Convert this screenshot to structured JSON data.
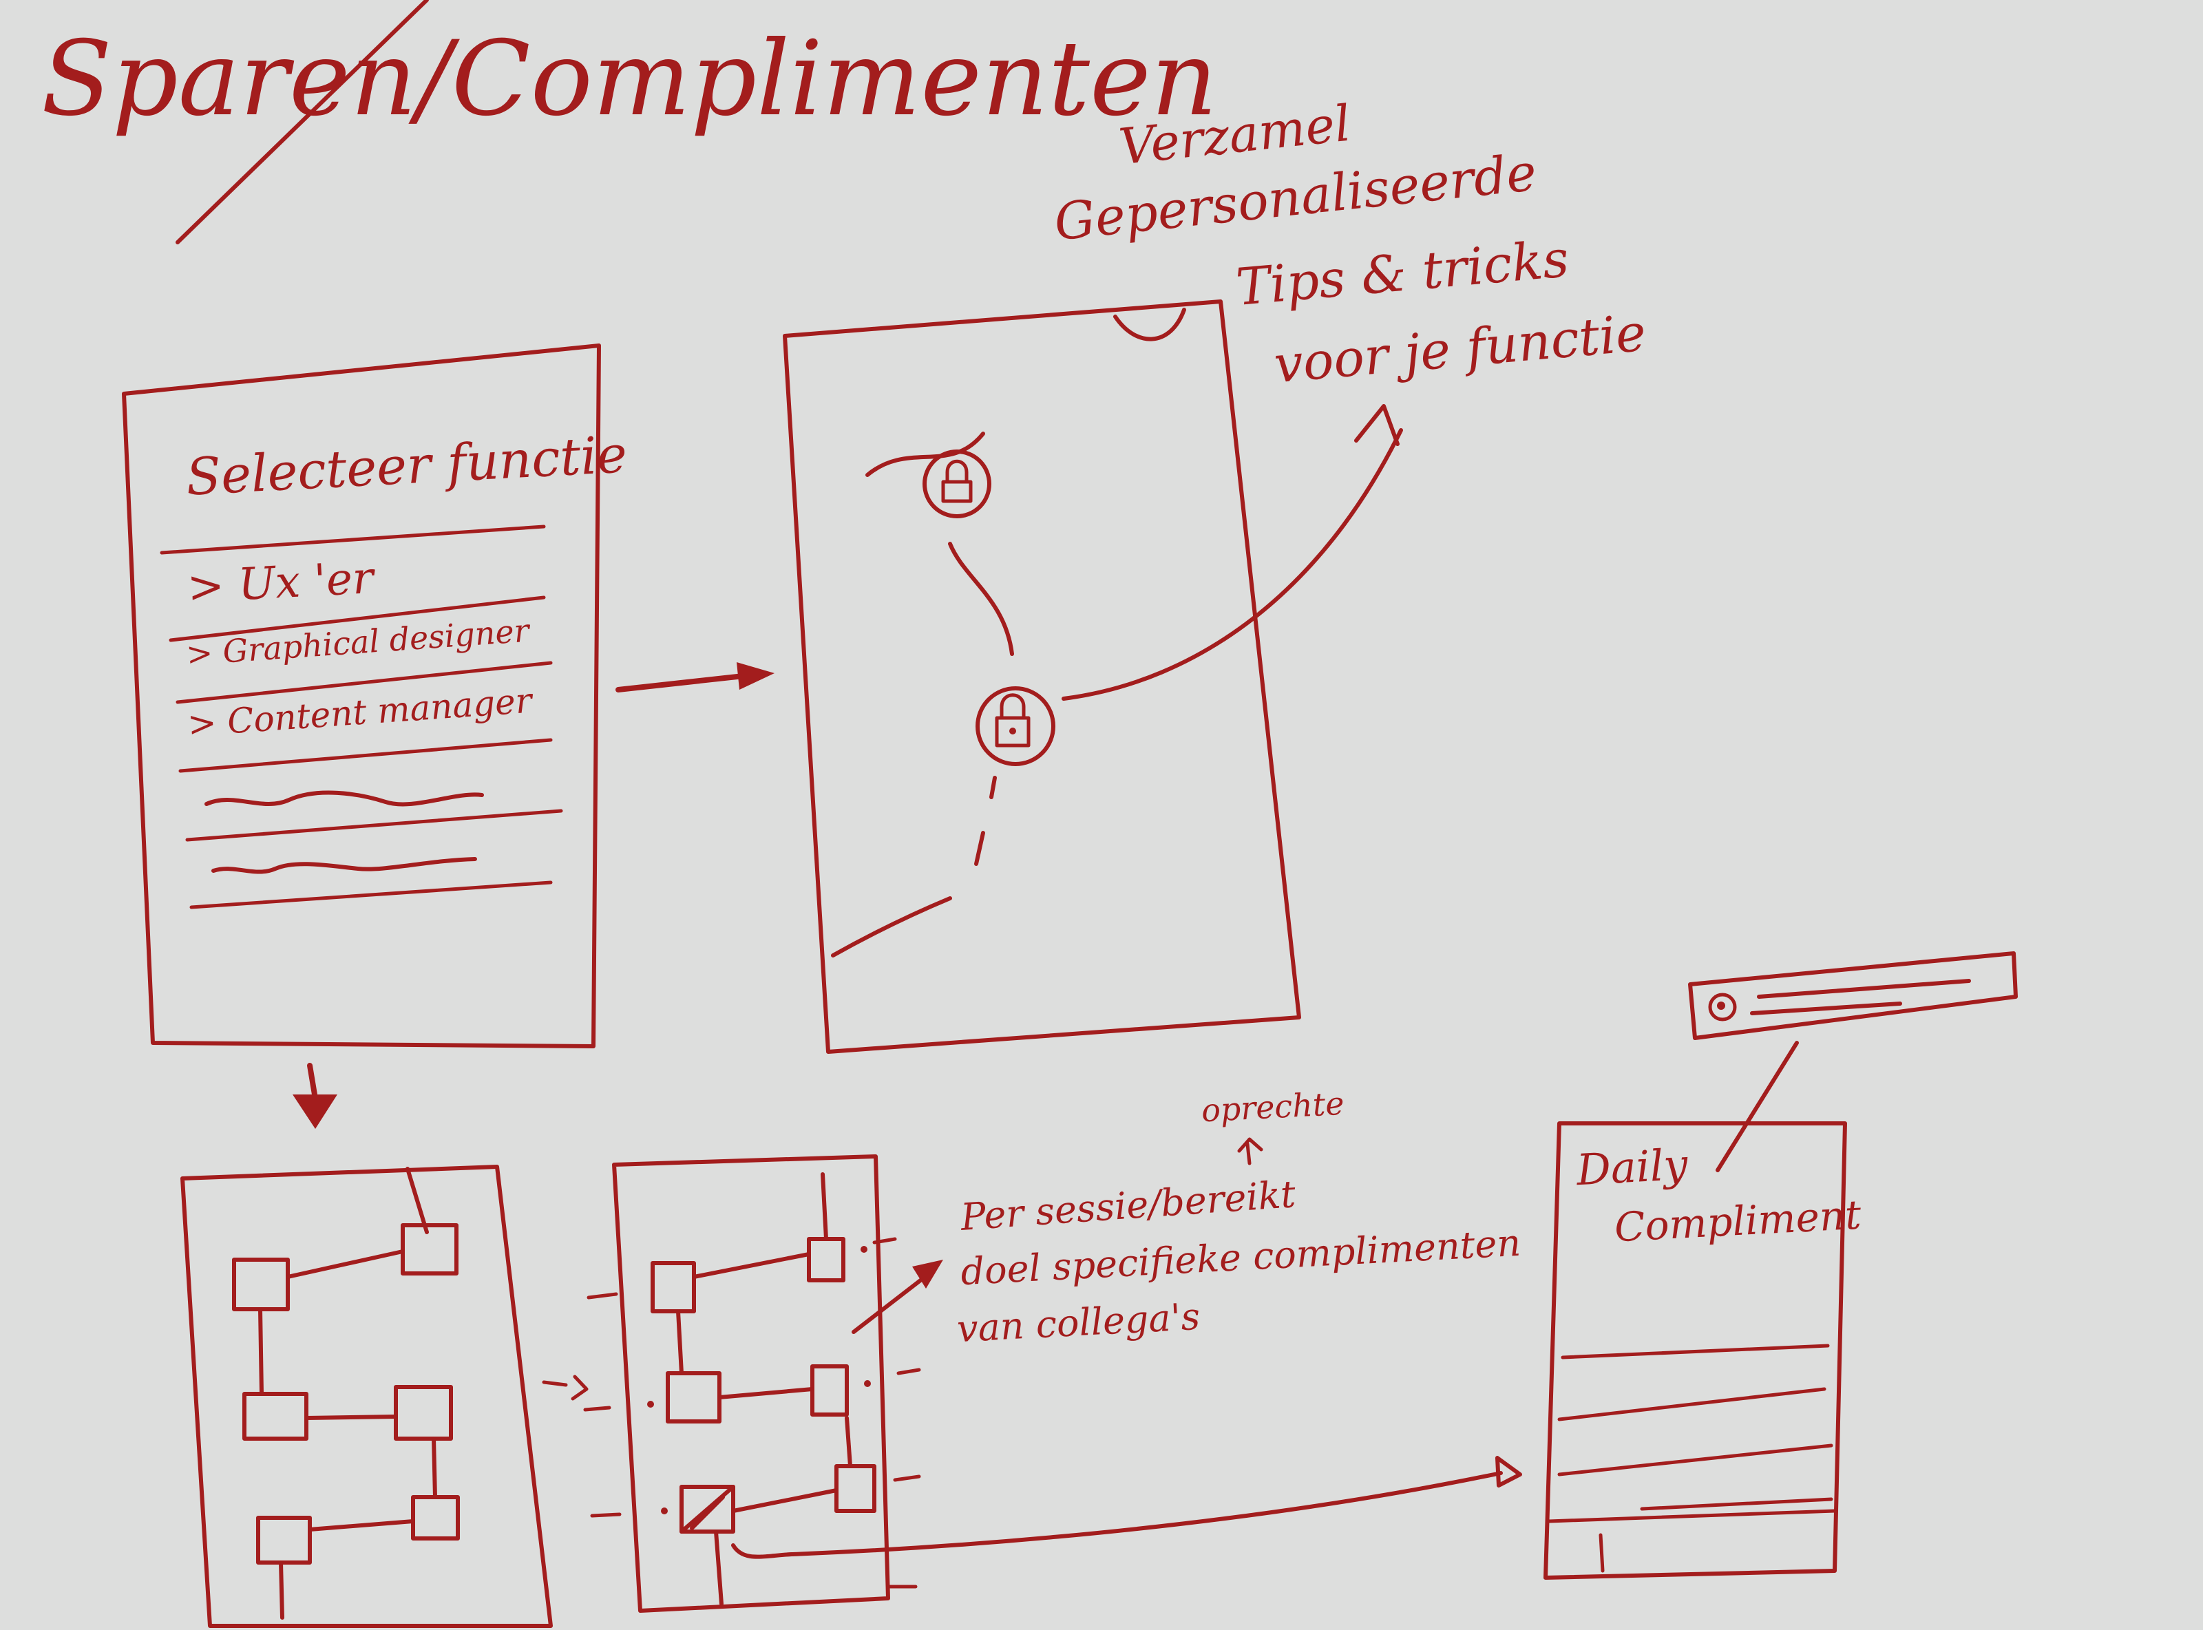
{
  "title": "Sparen/Complimenten",
  "screen1": {
    "heading": "Selecteer functie",
    "options": [
      "> Ux 'er",
      "> Graphical designer",
      "> Content manager"
    ]
  },
  "screen2": {
    "note": [
      "Verzamel",
      "Gepersonaliseerde",
      "Tips & tricks",
      "voor je functie"
    ]
  },
  "screen4": {
    "note_top": "oprechte",
    "note": [
      "Per sessie/bereikt",
      "doel specifieke complimenten",
      "van collega's"
    ]
  },
  "screen5": {
    "heading": [
      "Daily",
      "Compliment"
    ]
  },
  "colors": {
    "ink": "#a31d1d",
    "board": "#dddedd"
  },
  "icons": [
    "lock-icon",
    "lock-icon",
    "avatar-icon"
  ]
}
